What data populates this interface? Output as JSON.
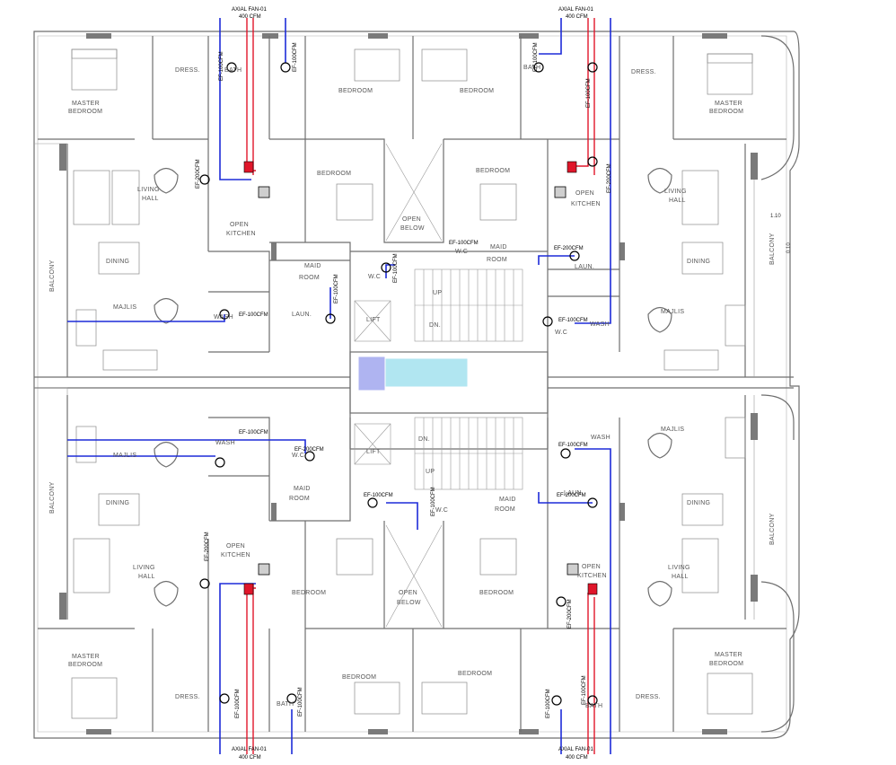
{
  "labels": {
    "axial_fan": "AXIAL FAN-01",
    "axial_cfm": "400 CFM",
    "master_bedroom_1": "MASTER",
    "master_bedroom_2": "BEDROOM",
    "dress": "DRESS.",
    "bedroom": "BEDROOM",
    "living": "LIVING",
    "hall": "HALL",
    "open": "OPEN",
    "kitchen": "KITCHEN",
    "dining": "DINING",
    "majlis": "MAJLIS",
    "wash": "WASH",
    "laun": "LAUN.",
    "maid": "MAID",
    "room": "ROOM",
    "wc": "W.C",
    "lift": "LIFT",
    "below": "BELOW",
    "up": "UP",
    "dn": "DN.",
    "balcony": "BALCONY",
    "bath": "BATH",
    "ef100": "EF-100CFM",
    "ef200": "EF-200CFM",
    "dim_1": "1.10",
    "dim_2": "0.10"
  },
  "colors": {
    "supply_duct": "#1d2bd8",
    "exhaust_duct": "#e0162a",
    "walls": "#6f6f6f"
  },
  "icons": {
    "fan": "exhaust-fan-icon",
    "ac_unit": "ac-unit-icon",
    "stair": "stair-icon"
  }
}
